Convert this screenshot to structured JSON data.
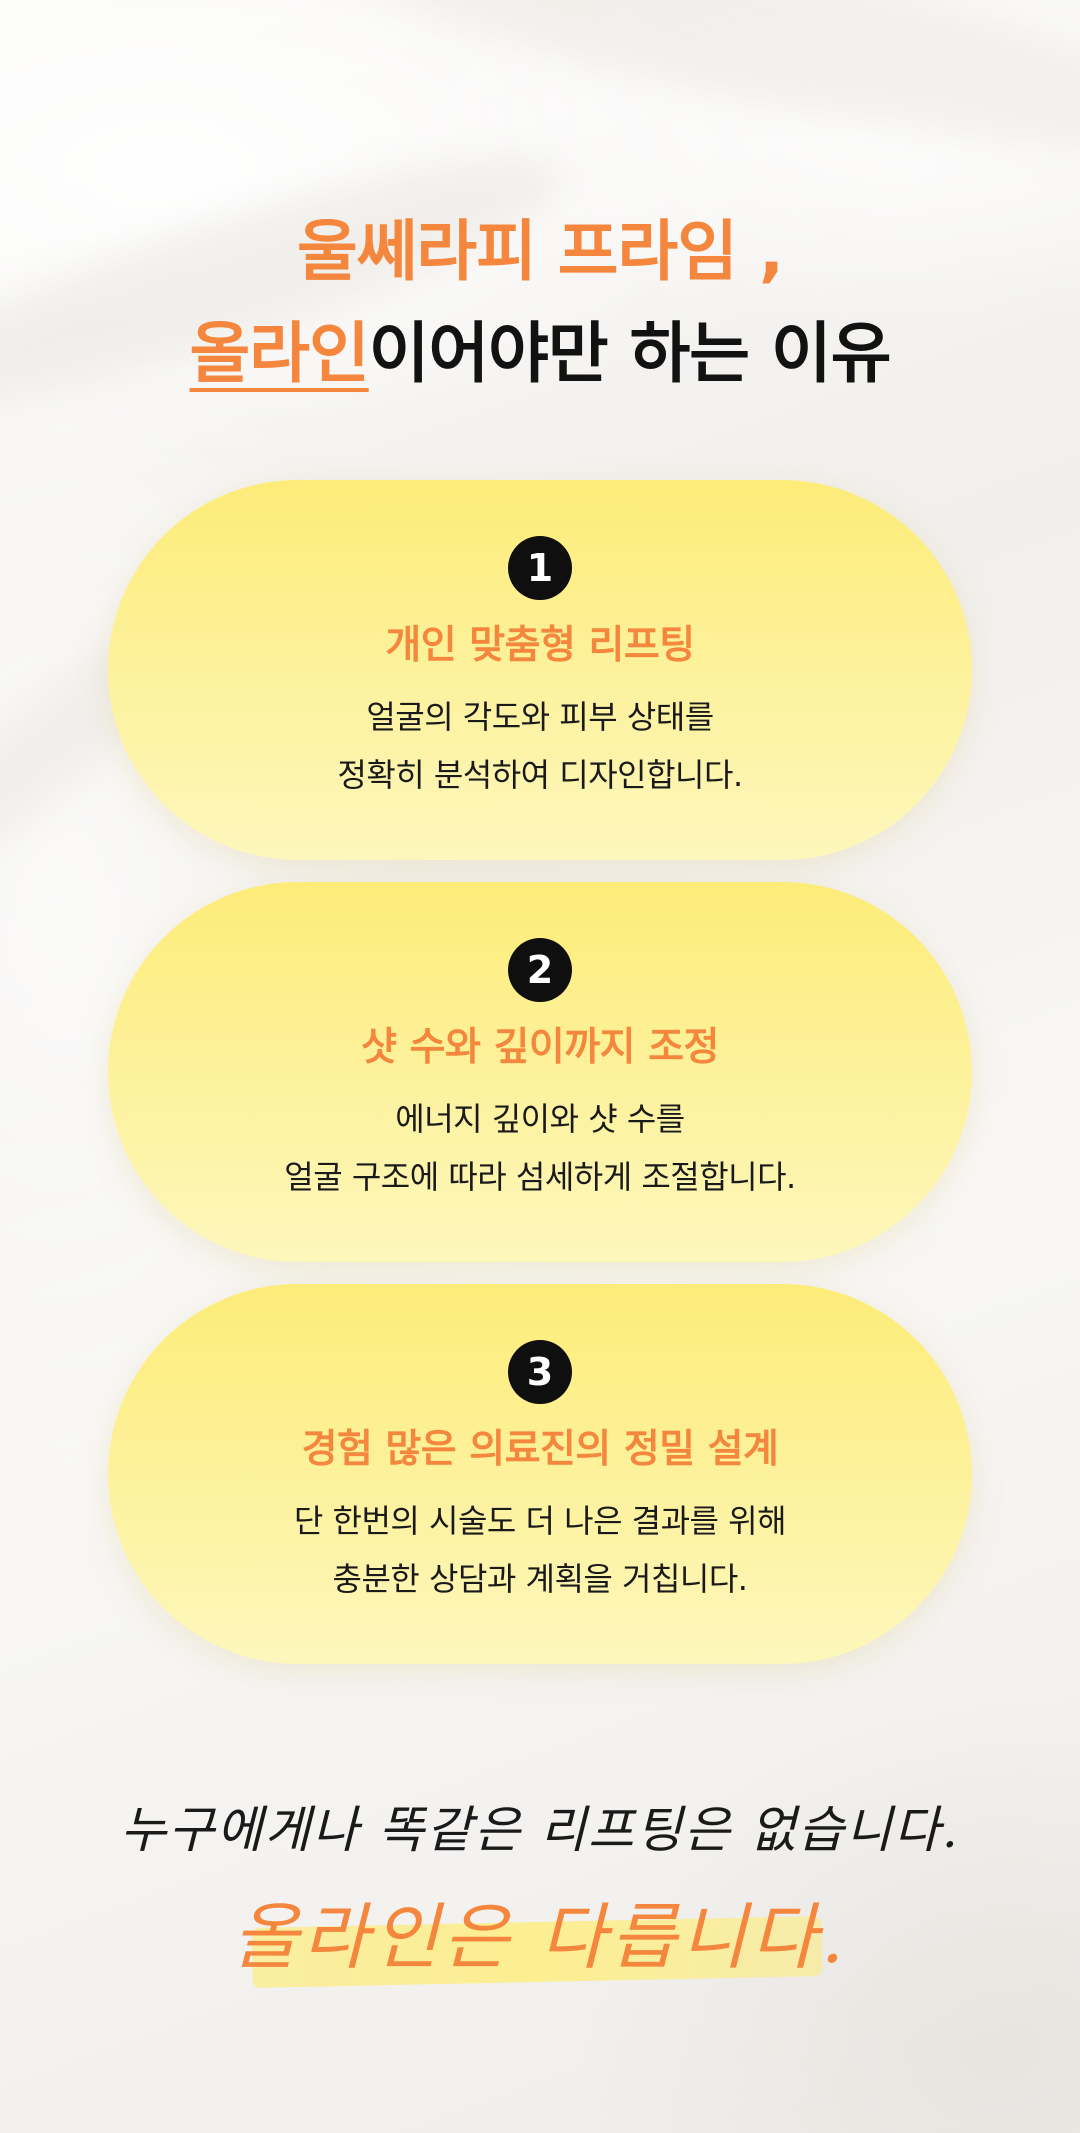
{
  "headline": {
    "line1": "울쎄라피 프라임 ,",
    "line2_accent": "올라인",
    "line2_rest": "이어야만 하는 이유"
  },
  "reasons": [
    {
      "number": "1",
      "title": "개인 맞춤형 리프팅",
      "desc_line1": "얼굴의 각도와 피부 상태를",
      "desc_line2": "정확히 분석하여 디자인합니다."
    },
    {
      "number": "2",
      "title": "샷 수와 깊이까지 조정",
      "desc_line1": "에너지 깊이와 샷 수를",
      "desc_line2": "얼굴 구조에 따라 섬세하게 조절합니다."
    },
    {
      "number": "3",
      "title": "경험 많은 의료진의 정밀 설계",
      "desc_line1": "단 한번의 시술도 더 나은 결과를 위해",
      "desc_line2": "충분한 상담과 계획을 거칩니다."
    }
  ],
  "closing": {
    "line1": "누구에게나 똑같은 리프팅은 없습니다.",
    "line2": "올라인은 다릅니다."
  },
  "colors": {
    "accent": "#f4873d",
    "card_yellow": "#fdec78",
    "text_dark": "#121212"
  }
}
